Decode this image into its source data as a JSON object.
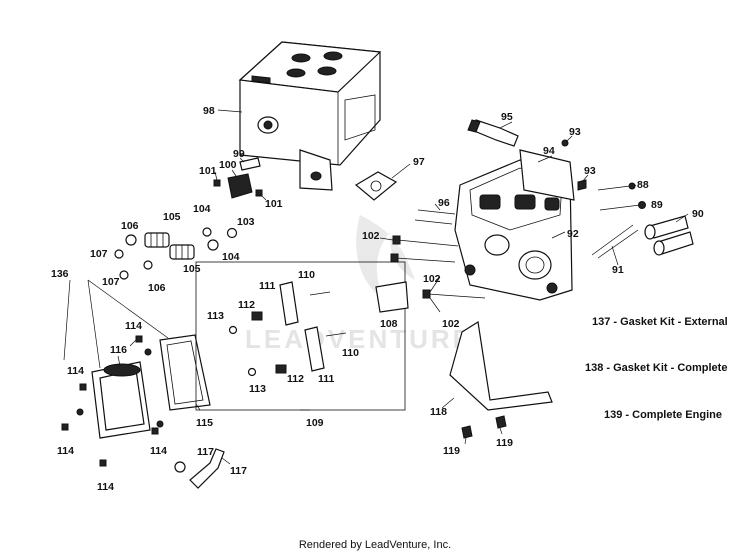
{
  "watermark": "LEADVENTURE",
  "footer": "Rendered by LeadVenture, Inc.",
  "legend": [
    {
      "id": "137",
      "text": "137 - Gasket Kit - External"
    },
    {
      "id": "138",
      "text": "138 - Gasket Kit - Complete"
    },
    {
      "id": "139",
      "text": "139 - Complete Engine"
    }
  ],
  "callouts": [
    "98",
    "95",
    "93",
    "94",
    "93",
    "97",
    "99",
    "100",
    "101",
    "101",
    "88",
    "89",
    "90",
    "96",
    "104",
    "105",
    "106",
    "103",
    "107",
    "102",
    "92",
    "91",
    "104",
    "105",
    "107",
    "106",
    "136",
    "110",
    "111",
    "112",
    "113",
    "102",
    "108",
    "102",
    "114",
    "116",
    "114",
    "113",
    "112",
    "111",
    "110",
    "118",
    "115",
    "109",
    "114",
    "114",
    "114",
    "117",
    "119",
    "119",
    "117"
  ]
}
